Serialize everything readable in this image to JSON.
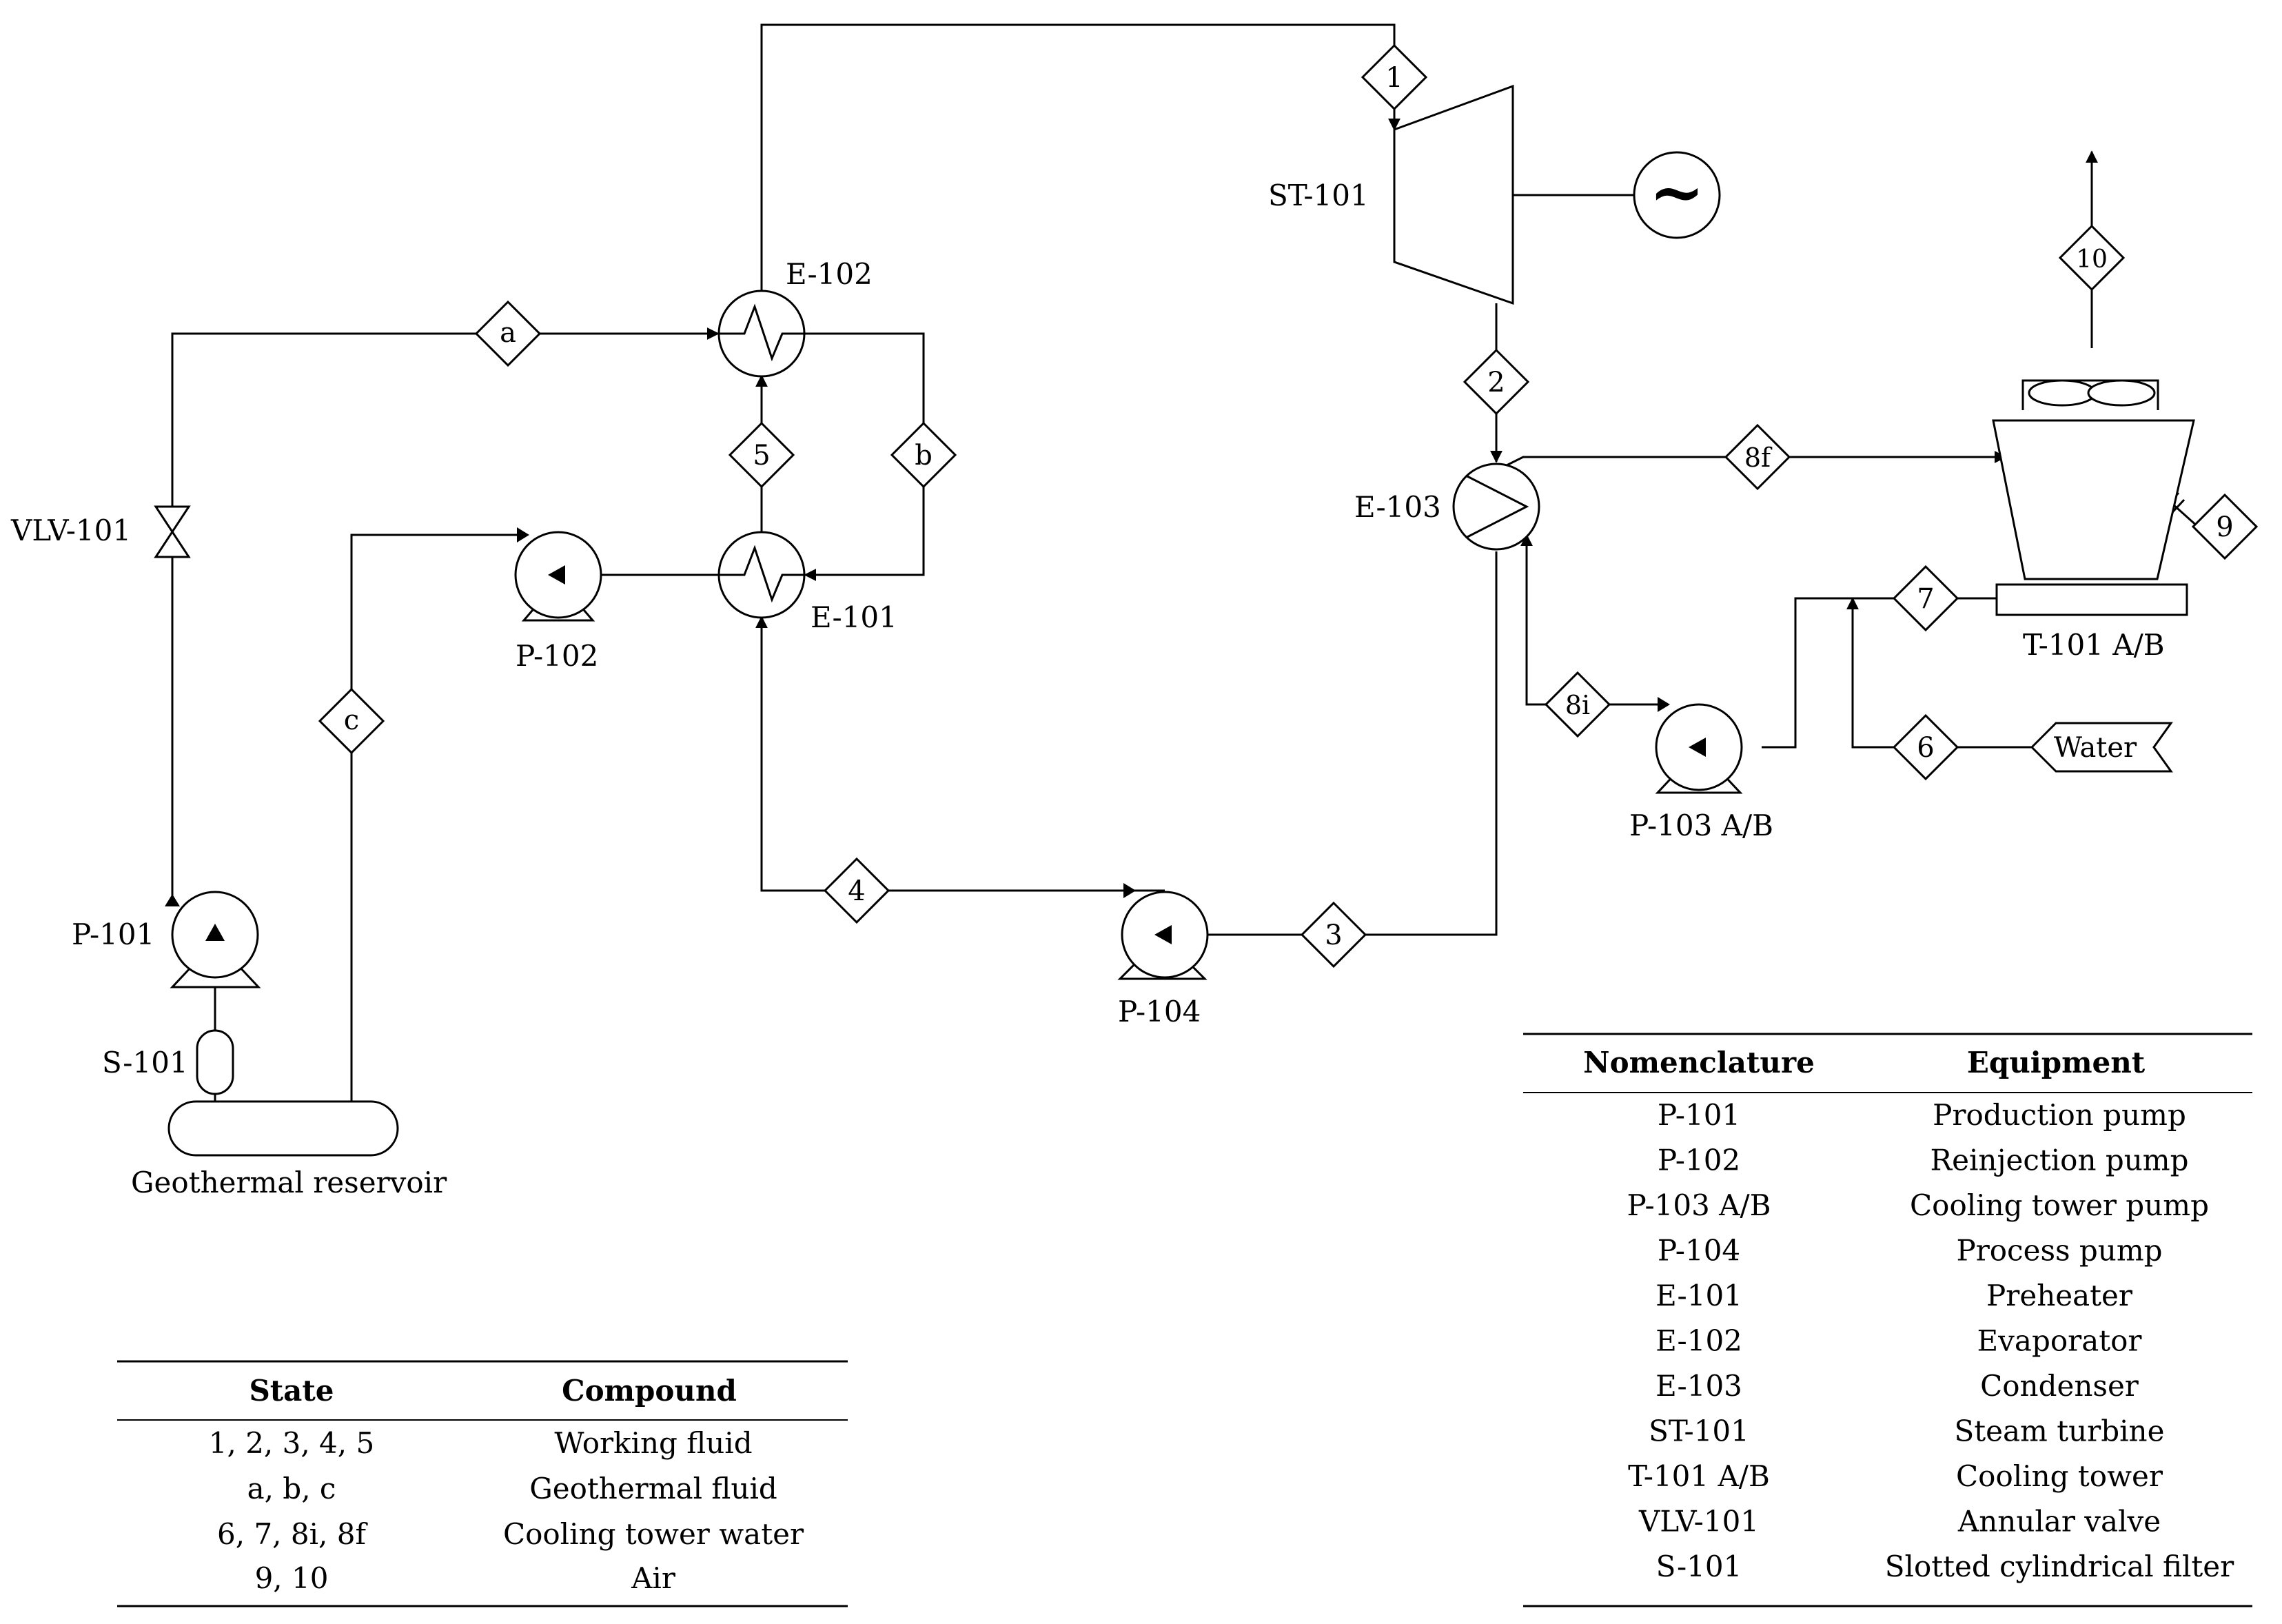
{
  "equipment_labels": {
    "st101": "ST-101",
    "e102": "E-102",
    "e101": "E-101",
    "e103": "E-103",
    "p101": "P-101",
    "p102": "P-102",
    "p103": "P-103 A/B",
    "p104": "P-104",
    "vlv101": "VLV-101",
    "s101": "S-101",
    "t101": "T-101 A/B",
    "reservoir": "Geothermal reservoir",
    "water_source": "Water"
  },
  "stream_tags": {
    "s1": "1",
    "s2": "2",
    "s3": "3",
    "s4": "4",
    "s5": "5",
    "s6": "6",
    "s7": "7",
    "s8i": "8i",
    "s8f": "8f",
    "s9": "9",
    "s10": "10",
    "sa": "a",
    "sb": "b",
    "sc": "c"
  },
  "generator_symbol": "~",
  "state_table": {
    "headers": [
      "State",
      "Compound"
    ],
    "rows": [
      [
        "1, 2, 3, 4, 5",
        "Working fluid"
      ],
      [
        "a, b, c",
        "Geothermal fluid"
      ],
      [
        "6, 7, 8i, 8f",
        "Cooling tower water"
      ],
      [
        "9, 10",
        "Air"
      ]
    ]
  },
  "nomenclature_table": {
    "headers": [
      "Nomenclature",
      "Equipment"
    ],
    "rows": [
      [
        "P-101",
        "Production pump"
      ],
      [
        "P-102",
        "Reinjection pump"
      ],
      [
        "P-103 A/B",
        "Cooling tower pump"
      ],
      [
        "P-104",
        "Process pump"
      ],
      [
        "E-101",
        "Preheater"
      ],
      [
        "E-102",
        "Evaporator"
      ],
      [
        "E-103",
        "Condenser"
      ],
      [
        "ST-101",
        "Steam turbine"
      ],
      [
        "T-101 A/B",
        "Cooling tower"
      ],
      [
        "VLV-101",
        "Annular valve"
      ],
      [
        "S-101",
        "Slotted cylindrical filter"
      ]
    ]
  }
}
